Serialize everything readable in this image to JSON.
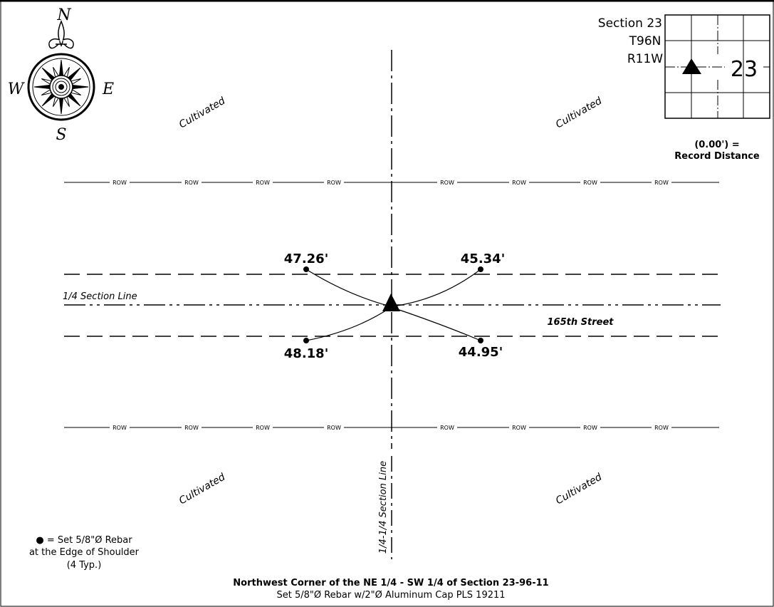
{
  "compass": {
    "north": "N",
    "south": "S",
    "east": "E",
    "west": "W"
  },
  "section_box": {
    "title_lines": [
      "Section 23",
      "T96N",
      "R11W"
    ],
    "number": "23"
  },
  "record_note": {
    "line1": "(0.00') =",
    "line2": "Record Distance"
  },
  "land_labels": [
    "Cultivated",
    "Cultivated",
    "Cultivated",
    "Cultivated"
  ],
  "row_label": "ROW",
  "section_line_label": "1/4 Section Line",
  "street_label": "165th Street",
  "vertical_line_label": "1/4-1/4 Section Line",
  "ties": [
    {
      "id": "nw",
      "distance": "47.26'"
    },
    {
      "id": "ne",
      "distance": "45.34'"
    },
    {
      "id": "sw",
      "distance": "48.18'"
    },
    {
      "id": "se",
      "distance": "44.95'"
    }
  ],
  "legend": {
    "symbol": "●",
    "line1": " = Set 5/8\"Ø Rebar",
    "line2": "at the Edge of Shoulder",
    "line3": "(4 Typ.)"
  },
  "caption": {
    "title": "Northwest Corner of the NE 1/4 - SW 1/4 of Section 23-96-11",
    "subtitle": "Set 5/8\"Ø Rebar w/2\"Ø Aluminum Cap PLS 19211"
  }
}
